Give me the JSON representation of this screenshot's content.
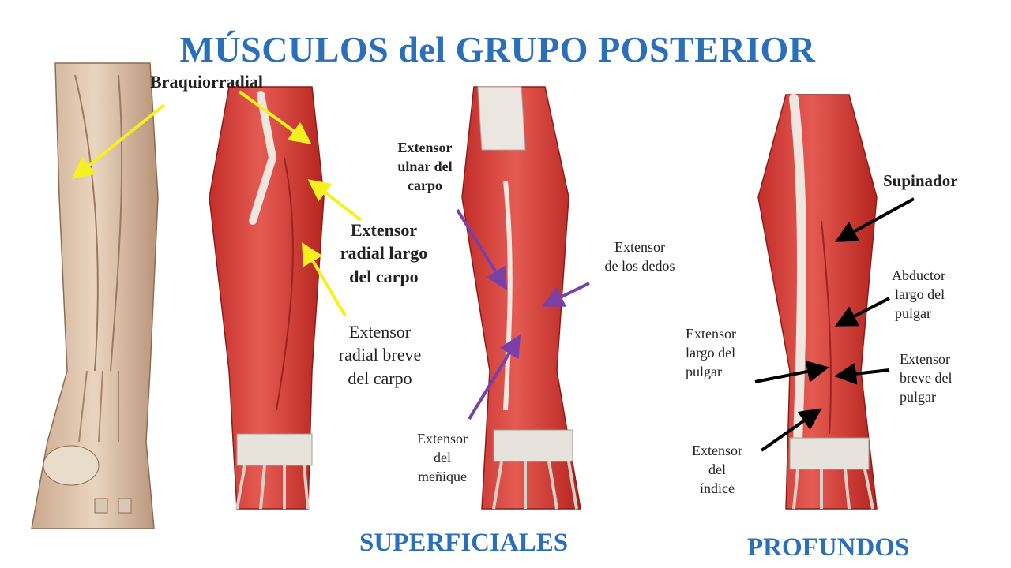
{
  "title": "MÚSCULOS del GRUPO POSTERIOR",
  "sections": {
    "superficiales": "SUPERFICIALES",
    "profundos": "PROFUNDOS"
  },
  "labels": {
    "braquiorradial": "Braquiorradial",
    "ext_rad_largo": [
      "Extensor",
      "radial largo",
      "del carpo"
    ],
    "ext_rad_breve": [
      "Extensor",
      "radial breve",
      "del carpo"
    ],
    "ext_ulnar": [
      "Extensor",
      "ulnar del",
      "carpo"
    ],
    "ext_dedos": [
      "Extensor",
      "de los dedos"
    ],
    "ext_menique": [
      "Extensor",
      "del",
      "meñique"
    ],
    "supinador": "Supinador",
    "abductor": [
      "Abductor",
      "largo  del",
      "pulgar"
    ],
    "ext_largo_pulgar": [
      "Extensor",
      "largo  del",
      "pulgar"
    ],
    "ext_breve_pulgar": [
      "Extensor",
      "breve del",
      "pulgar"
    ],
    "ext_indice": [
      "Extensor",
      "del",
      "índice"
    ]
  },
  "colors": {
    "title": "#2a6fb8",
    "arrow_yellow": "#f5f01e",
    "arrow_purple": "#7b3fa8",
    "arrow_black": "#000000",
    "muscle": "#d9443f",
    "tendon": "#e6e1dc"
  }
}
